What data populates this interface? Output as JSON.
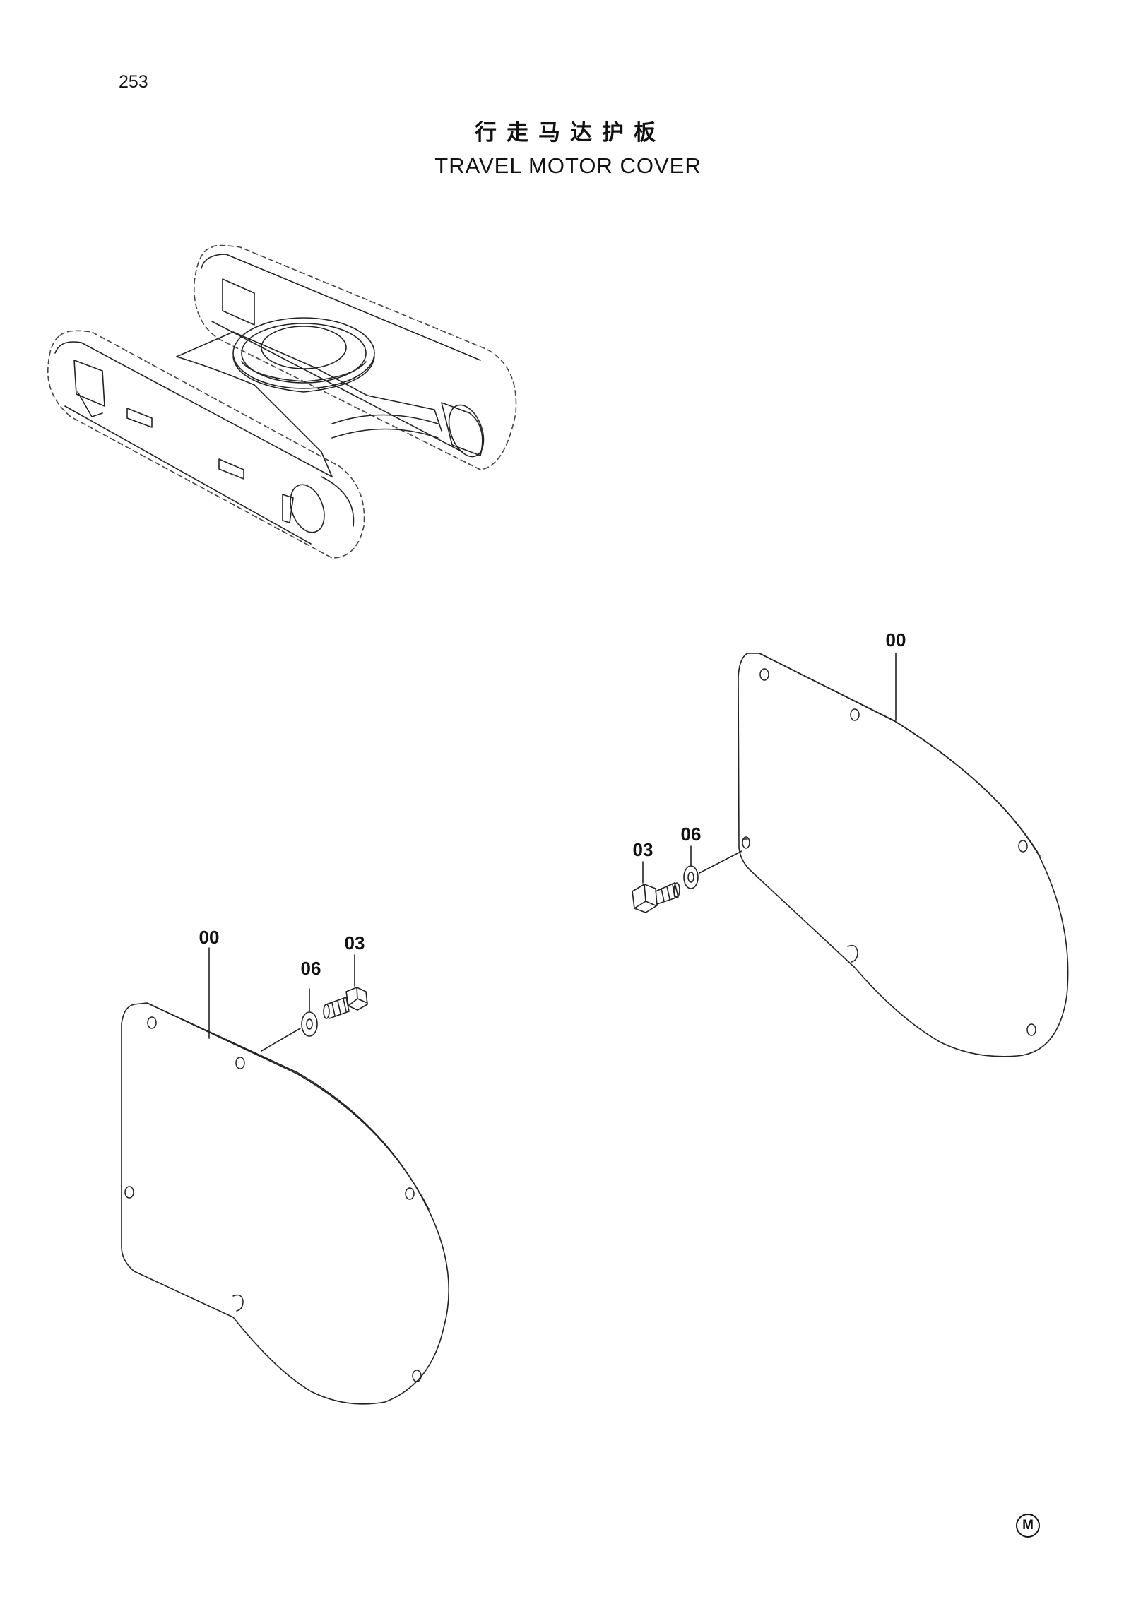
{
  "page_number": "253",
  "title_cn": "行走马达护板",
  "title_en": "TRAVEL MOTOR COVER",
  "callouts": {
    "right_cover": "00",
    "right_washer": "06",
    "right_bolt": "03",
    "left_cover": "00",
    "left_washer": "06",
    "left_bolt": "03"
  },
  "footer_mark": "M"
}
